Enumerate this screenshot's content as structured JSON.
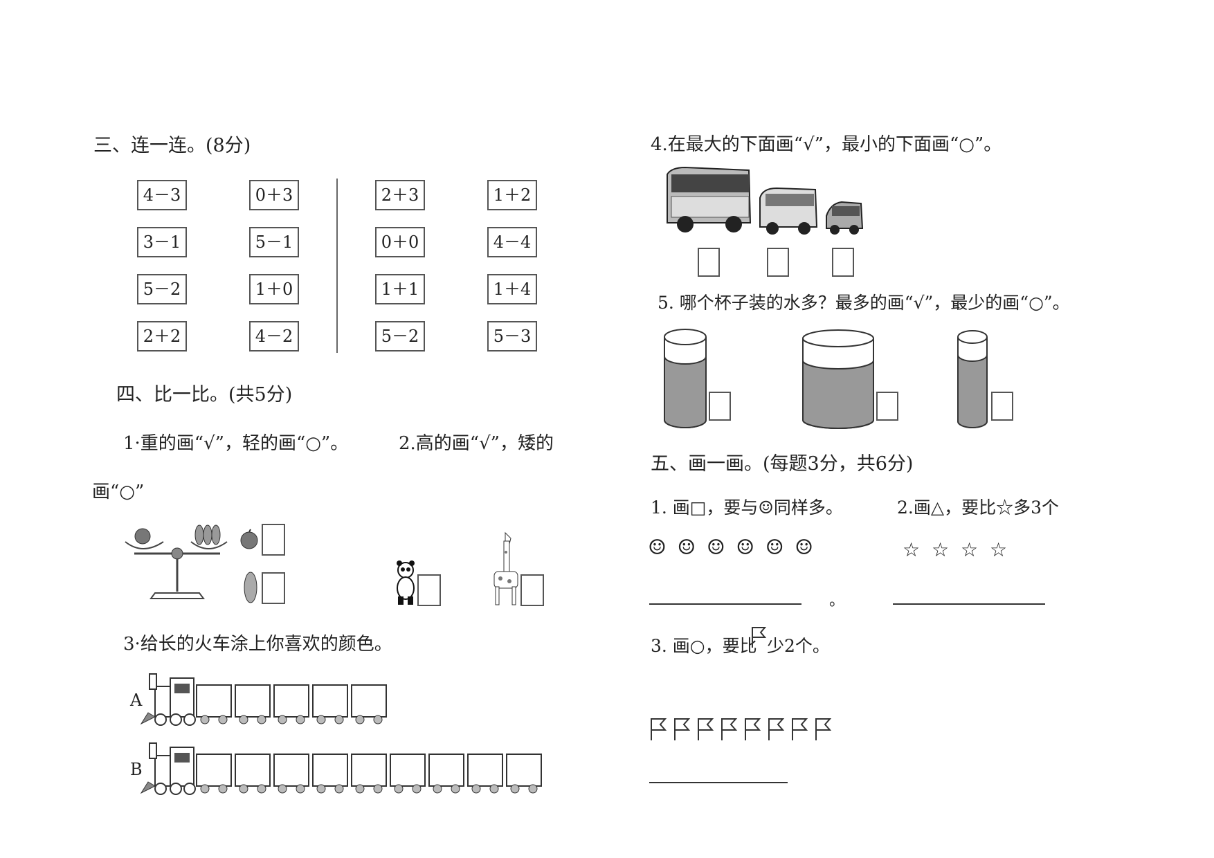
{
  "section3": {
    "title": "三、连一连。(8分)",
    "left_col1": [
      "4－3",
      "3－1",
      "5－2",
      "2＋2"
    ],
    "left_col2": [
      "0＋3",
      "5－1",
      "1＋0",
      "4－2"
    ],
    "right_col1": [
      "2＋3",
      "0＋0",
      "1＋1",
      "5－2"
    ],
    "right_col2": [
      "1＋2",
      "4－4",
      "1＋4",
      "5－3"
    ]
  },
  "section4": {
    "title": "四、比一比。(共5分)",
    "q1": "1·重的画“√”，轻的画“○”。",
    "q2": "2.高的画“√”，矮的",
    "q2_cont": "画“○”",
    "q3": "3·给长的火车涂上你喜欢的颜色。",
    "train_a": "A",
    "train_b": "B",
    "train_a_cars": 5,
    "train_b_cars": 9
  },
  "right": {
    "q4": "4.在最大的下面画“√”，最小的下面画“○”。",
    "q5": "5. 哪个杯子装的水多？最多的画“√”，最少的画“○”。",
    "section5_title": "五、画一画。(每题3分，共6分)",
    "p1": "1. 画□，要与☺同样多。",
    "p2": "2.画△，要比☆多3个",
    "smileys": "☺ ☺ ☺ ☺ ☺ ☺",
    "stars": "☆ ☆ ☆ ☆",
    "dot": "。",
    "p3": "3. 画○，要比",
    "p3_tail": "少2个。",
    "flag_count": 8
  }
}
